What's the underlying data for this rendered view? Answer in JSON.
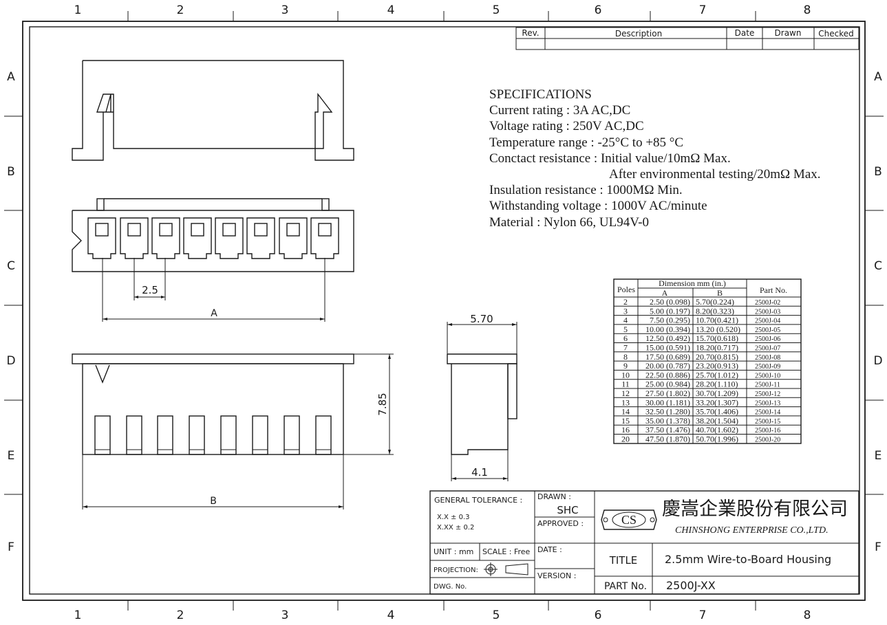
{
  "border": {
    "columns": [
      "1",
      "2",
      "3",
      "4",
      "5",
      "6",
      "7",
      "8"
    ],
    "rows": [
      "A",
      "B",
      "C",
      "D",
      "E",
      "F"
    ]
  },
  "revision_table": {
    "headers": [
      "Rev.",
      "Description",
      "Date",
      "Drawn",
      "Checked"
    ]
  },
  "specifications": {
    "title": "SPECIFICATIONS",
    "lines": [
      "Current rating : 3A AC,DC",
      "Voltage rating : 250V AC,DC",
      "Temperature range : -25°C to +85 °C",
      "Conctact resistance : Initial value/10mΩ Max.",
      "After environmental  testing/20mΩ Max.",
      "Insulation resistance : 1000MΩ Min.",
      "Withstanding voltage : 1000V AC/minute",
      "Material : Nylon 66, UL94V-0"
    ]
  },
  "dimensions": {
    "pitch": "2.5",
    "a": "A",
    "b": "B",
    "width": "5.70",
    "height": "7.85",
    "depth": "4.1"
  },
  "dim_table": {
    "header_poles": "Poles",
    "header_dimension": "Dimension mm (in.)",
    "header_a": "A",
    "header_b": "B",
    "header_part": "Part No.",
    "rows": [
      [
        "2",
        "2.50 (0.098)",
        "5.70(0.224)",
        "2500J-02"
      ],
      [
        "3",
        "5.00 (0.197)",
        "8.20(0.323)",
        "2500J-03"
      ],
      [
        "4",
        "7.50 (0.295)",
        "10.70(0.421)",
        "2500J-04"
      ],
      [
        "5",
        "10.00 (0.394)",
        "13.20 (0.520)",
        "2500J-05"
      ],
      [
        "6",
        "12.50 (0.492)",
        "15.70(0.618)",
        "2500J-06"
      ],
      [
        "7",
        "15.00 (0.591)",
        "18.20(0.717)",
        "2500J-07"
      ],
      [
        "8",
        "17.50 (0.689)",
        "20.70(0.815)",
        "2500J-08"
      ],
      [
        "9",
        "20.00 (0.787)",
        "23.20(0.913)",
        "2500J-09"
      ],
      [
        "10",
        "22.50 (0.886)",
        "25.70(1.012)",
        "2500J-10"
      ],
      [
        "11",
        "25.00 (0.984)",
        "28.20(1.110)",
        "2500J-11"
      ],
      [
        "12",
        "27.50 (1.802)",
        "30.70(1.209)",
        "2500J-12"
      ],
      [
        "13",
        "30.00 (1.181)",
        "33.20(1.307)",
        "2500J-13"
      ],
      [
        "14",
        "32.50 (1.280)",
        "35.70(1.406)",
        "2500J-14"
      ],
      [
        "15",
        "35.00 (1.378)",
        "38.20(1.504)",
        "2500J-15"
      ],
      [
        "16",
        "37.50 (1.476)",
        "40.70(1.602)",
        "2500J-16"
      ],
      [
        "20",
        "47.50 (1.870)",
        "50.70(1.996)",
        "2500J-20"
      ]
    ]
  },
  "title_block": {
    "general_tolerance_label": "GENERAL TOLERANCE :",
    "tol1": "X.X ± 0.3",
    "tol2": "X.XX ± 0.2",
    "drawn_label": "DRAWN :",
    "drawn_value": "SHC",
    "approved_label": "APPROVED :",
    "logo_text": "CS",
    "company_cn": "慶嵩企業股份有限公司",
    "company_en": "CHINSHONG ENTERPRISE CO.,LTD.",
    "unit_label": "UNIT : mm",
    "scale_label": "SCALE : Free",
    "date_label": "DATE :",
    "title_label": "TITLE",
    "title_value": "2.5mm Wire-to-Board Housing",
    "projection_label": "PROJECTION:",
    "version_label": "VERSION :",
    "dwg_label": "DWG. No.",
    "part_label": "PART No.",
    "part_value": "2500J-XX"
  }
}
